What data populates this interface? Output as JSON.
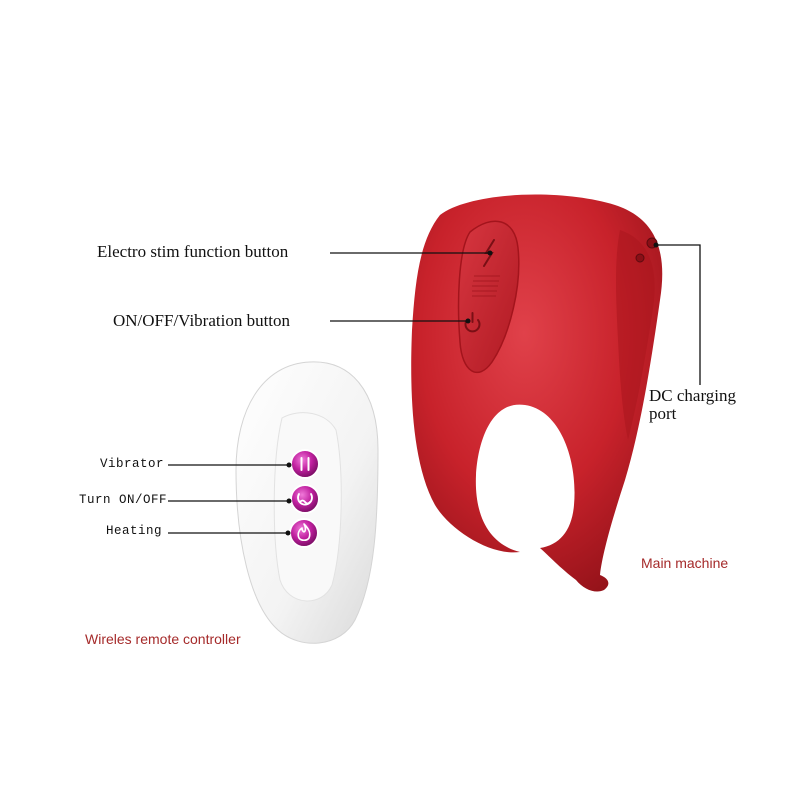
{
  "callouts": {
    "electro_stim": "Electro stim function button",
    "on_off_vibration": "ON/OFF/Vibration button",
    "dc_port_line1": "DC charging",
    "dc_port_line2": "port"
  },
  "remote": {
    "vibrator": "Vibrator",
    "turn_on_off": "Turn ON/OFF",
    "heating": "Heating",
    "caption": "Wireles remote controller"
  },
  "main": {
    "caption": "Main machine"
  },
  "colors": {
    "device_red": "#c8222b",
    "device_dark": "#9e141c",
    "button_magenta": "#b3189a",
    "caption_red": "#a52a2a",
    "remote_white": "#f7f7f7"
  },
  "icons": [
    "lightning-icon",
    "power-icon",
    "pause-icon",
    "wave-power-icon",
    "flame-icon"
  ]
}
